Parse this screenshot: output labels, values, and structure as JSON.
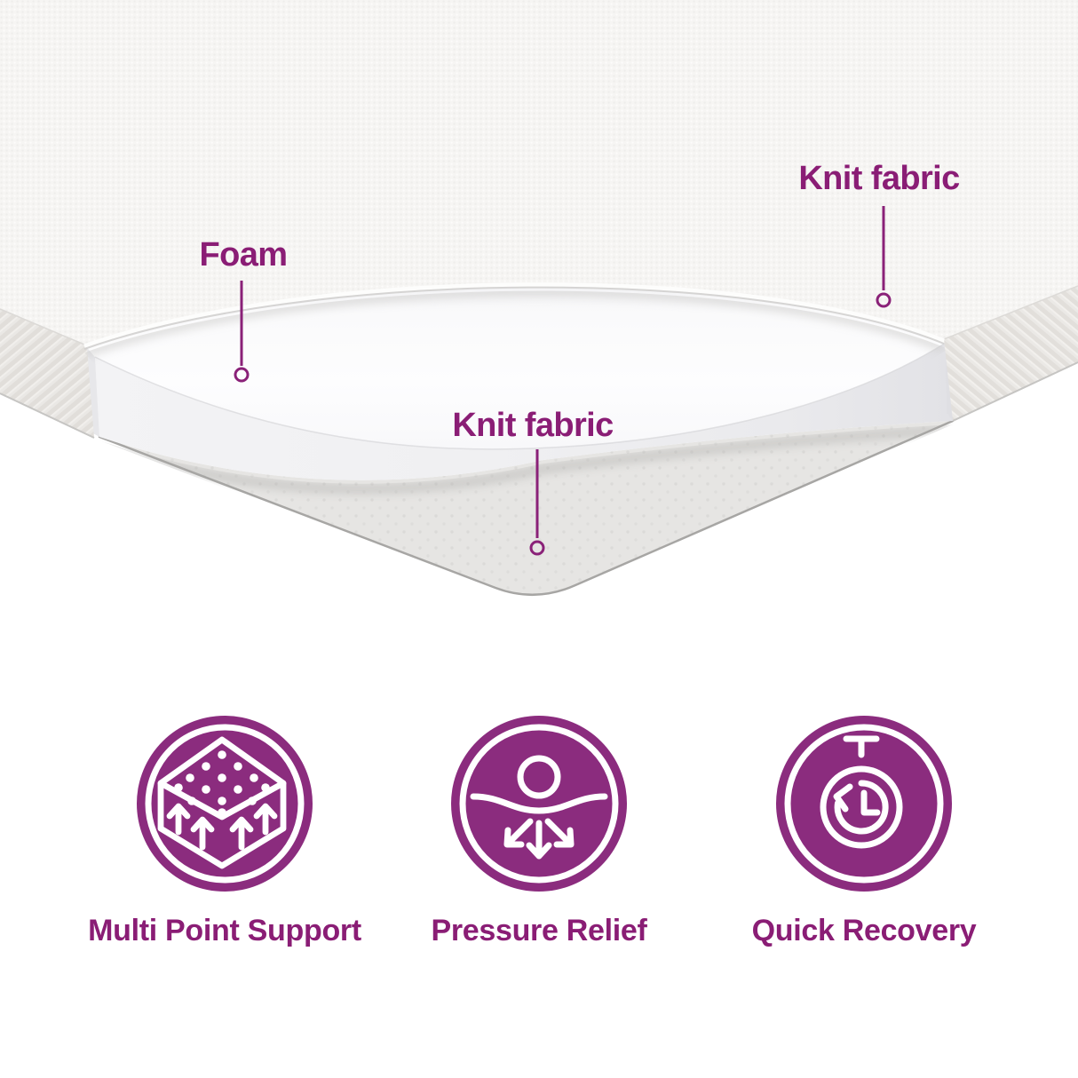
{
  "diagram": {
    "callouts": {
      "knit_fabric_top": {
        "label": "Knit fabric"
      },
      "foam": {
        "label": "Foam"
      },
      "knit_fabric_bottom": {
        "label": "Knit fabric"
      }
    },
    "layers_shown": [
      "Knit fabric (top cover)",
      "Foam (core)",
      "Knit fabric (bottom cover)"
    ]
  },
  "features": [
    {
      "id": "multi-point-support",
      "label": "Multi Point Support"
    },
    {
      "id": "pressure-relief",
      "label": "Pressure Relief"
    },
    {
      "id": "quick-recovery",
      "label": "Quick Recovery"
    }
  ],
  "colors": {
    "label_text": "#8A1D75",
    "leader_line": "#8A2178",
    "icon_badge": "#8B2C7E",
    "background": "#FFFFFF"
  }
}
